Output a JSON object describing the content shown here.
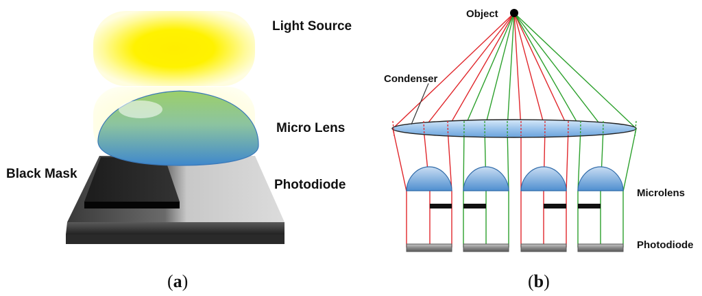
{
  "panel_a": {
    "labels": {
      "light_source": "Light Source",
      "micro_lens": "Micro Lens",
      "black_mask": "Black Mask",
      "photodiode": "Photodiode"
    },
    "caption": {
      "open": "(",
      "letter": "a",
      "close": ")"
    }
  },
  "panel_b": {
    "labels": {
      "object": "Object",
      "condenser": "Condenser",
      "microlens": "Microlens",
      "photodiode": "Photodiode"
    },
    "caption": {
      "open": "(",
      "letter": "b",
      "close": ")"
    }
  },
  "colors": {
    "red_ray": "#e0262b",
    "green_ray": "#2ca02c",
    "lens_blue": "#6fa8dc",
    "light_yellow": "#ffee00"
  }
}
